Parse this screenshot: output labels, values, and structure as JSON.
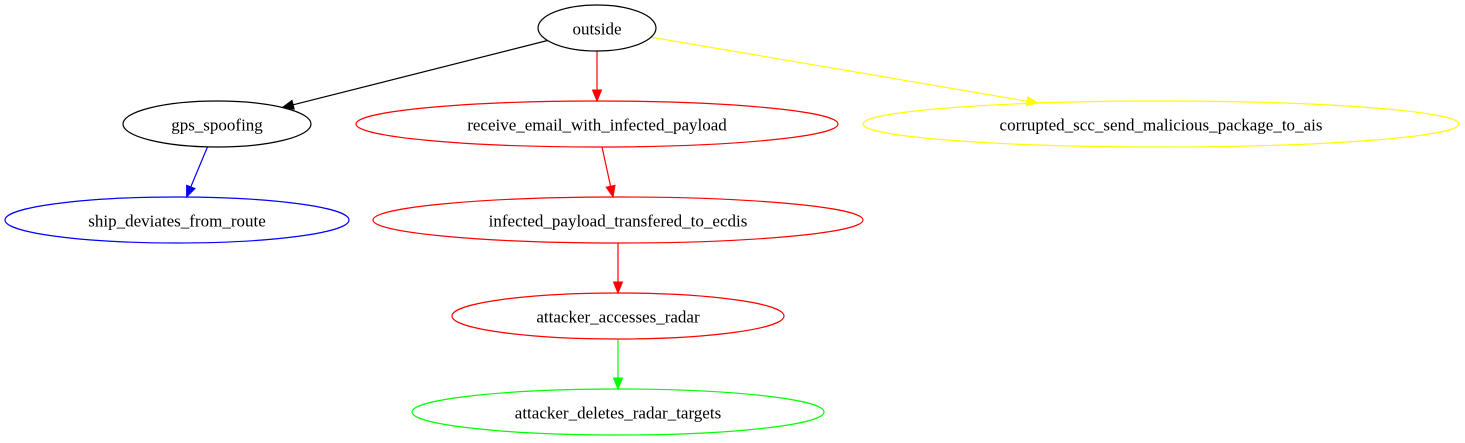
{
  "nodes": [
    {
      "id": "outside",
      "label": "outside",
      "color": "#000000"
    },
    {
      "id": "gps_spoofing",
      "label": "gps_spoofing",
      "color": "#000000"
    },
    {
      "id": "receive_email_with_infected_payload",
      "label": "receive_email_with_infected_payload",
      "color": "#ff0000"
    },
    {
      "id": "corrupted_scc_send_malicious_package_to_ais",
      "label": "corrupted_scc_send_malicious_package_to_ais",
      "color": "#ffff00"
    },
    {
      "id": "ship_deviates_from_route",
      "label": "ship_deviates_from_route",
      "color": "#0000ff"
    },
    {
      "id": "infected_payload_transfered_to_ecdis",
      "label": "infected_payload_transfered_to_ecdis",
      "color": "#ff0000"
    },
    {
      "id": "attacker_accesses_radar",
      "label": "attacker_accesses_radar",
      "color": "#ff0000"
    },
    {
      "id": "attacker_deletes_radar_targets",
      "label": "attacker_deletes_radar_targets",
      "color": "#00ff00"
    }
  ],
  "edges": [
    {
      "from": "outside",
      "to": "gps_spoofing",
      "color": "#000000"
    },
    {
      "from": "outside",
      "to": "receive_email_with_infected_payload",
      "color": "#ff0000"
    },
    {
      "from": "outside",
      "to": "corrupted_scc_send_malicious_package_to_ais",
      "color": "#ffff00"
    },
    {
      "from": "gps_spoofing",
      "to": "ship_deviates_from_route",
      "color": "#0000ff"
    },
    {
      "from": "receive_email_with_infected_payload",
      "to": "infected_payload_transfered_to_ecdis",
      "color": "#ff0000"
    },
    {
      "from": "infected_payload_transfered_to_ecdis",
      "to": "attacker_accesses_radar",
      "color": "#ff0000"
    },
    {
      "from": "attacker_accesses_radar",
      "to": "attacker_deletes_radar_targets",
      "color": "#00ff00"
    }
  ]
}
